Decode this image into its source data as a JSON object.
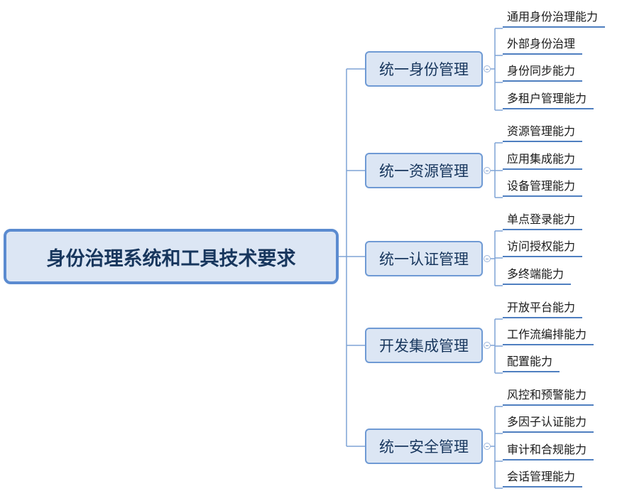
{
  "root": {
    "label": "身份治理系统和工具技术要求"
  },
  "branches": [
    {
      "label": "统一身份管理",
      "leaves": [
        "通用身份治理能力",
        "外部身份治理",
        "身份同步能力",
        "多租户管理能力"
      ]
    },
    {
      "label": "统一资源管理",
      "leaves": [
        "资源管理能力",
        "应用集成能力",
        "设备管理能力"
      ]
    },
    {
      "label": "统一认证管理",
      "leaves": [
        "单点登录能力",
        "访问授权能力",
        "多终端能力"
      ]
    },
    {
      "label": "开发集成管理",
      "leaves": [
        "开放平台能力",
        "工作流编排能力",
        "配置能力"
      ]
    },
    {
      "label": "统一安全管理",
      "leaves": [
        "风控和预警能力",
        "多因子认证能力",
        "审计和合规能力",
        "会话管理能力"
      ]
    }
  ],
  "colors": {
    "line": "#7ea3d6",
    "node_fill": "#dce6f4",
    "node_border": "#5b8bd0",
    "text": "#17365d"
  }
}
